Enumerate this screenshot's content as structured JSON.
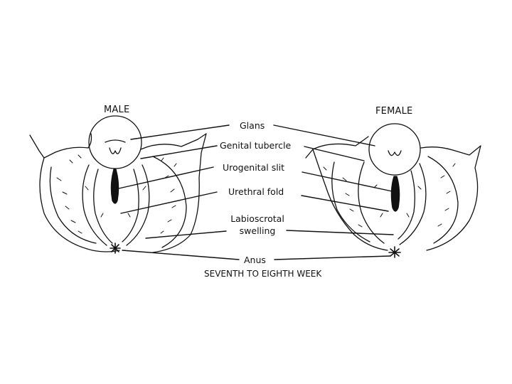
{
  "headings": {
    "male": "MALE",
    "female": "FEMALE"
  },
  "labels": {
    "glans": "Glans",
    "genital_tubercle": "Genital tubercle",
    "urogenital_slit": "Urogenital slit",
    "urethral_fold": "Urethral fold",
    "labioscrotal_line1": "Labioscrotal",
    "labioscrotal_line2": "swelling",
    "anus": "Anus"
  },
  "caption": "SEVENTH TO EIGHTH WEEK"
}
